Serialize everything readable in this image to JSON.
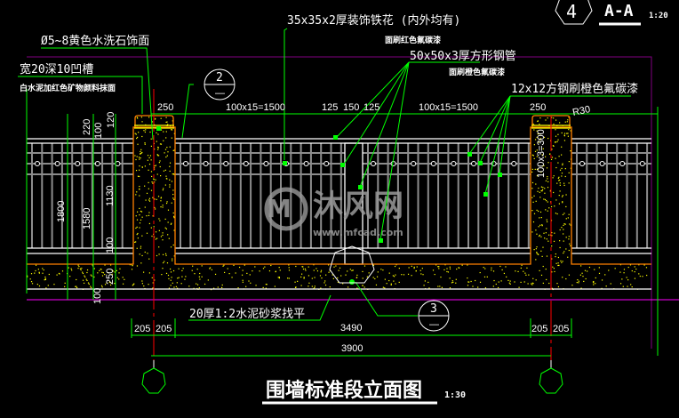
{
  "drawing": {
    "title": "围墙标准段立面图",
    "title_scale": "1:30",
    "section_label": "A-A",
    "section_scale": "1:20",
    "section_number": "4",
    "watermark_brand": "沐风网",
    "watermark_url": "www.mfcad.com"
  },
  "callouts": [
    {
      "label": "Ø5~8黄色水洗石饰面"
    },
    {
      "label": "宽20深10凹槽"
    },
    {
      "label": "白水泥加红色矿物颜料抹面"
    },
    {
      "label": "35x35x2厚装饰铁花 (内外均有)"
    },
    {
      "label": "面刷红色氟碳漆"
    },
    {
      "label": "50x50x3厚方形钢管"
    },
    {
      "label": "面刷橙色氟碳漆"
    },
    {
      "label": "12x12方钢刷橙色氟碳漆"
    },
    {
      "label": "20厚1:2水泥砂浆找平"
    }
  ],
  "detail_refs": [
    {
      "number": "2",
      "sheet": "—"
    },
    {
      "number": "3",
      "sheet": "—"
    }
  ],
  "dimensions": {
    "top": [
      "250",
      "100x15=1500",
      "125",
      "150",
      "125",
      "100x15=1500",
      "250"
    ],
    "radius": "R30",
    "pillar_groove": "100x3=300",
    "left": [
      "1800",
      "1580",
      "220",
      "100",
      "120",
      "1130",
      "100",
      "250",
      "100"
    ],
    "bottom": [
      "205",
      "205",
      "3490",
      "205",
      "205"
    ],
    "overall": "3900"
  },
  "colors": {
    "background": "#000000",
    "dimension": "#00ff00",
    "pillar_outline": "#ff8000",
    "fill_dots": "#ffff00",
    "centerline": "#ff0000",
    "boundary": "#800080",
    "ground_line": "#ff00ff",
    "bars": "#8c8c8c"
  }
}
